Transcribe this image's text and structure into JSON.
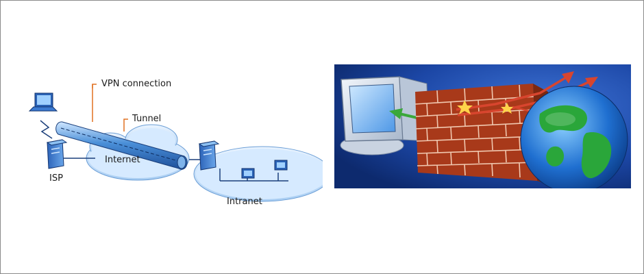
{
  "vpn_diagram": {
    "labels": {
      "vpn_connection": "VPN connection",
      "tunnel": "Tunnel",
      "internet": "Internet",
      "isp": "ISP",
      "intranet": "Intranet"
    }
  },
  "firewall_illustration": {
    "colors": {
      "background": "#1c47a6",
      "brick": "#b8421f",
      "arrow_red": "#c83a2a",
      "arrow_green": "#3aa83a",
      "globe_ocean": "#1f6fd0",
      "globe_land": "#2aa63a"
    }
  }
}
